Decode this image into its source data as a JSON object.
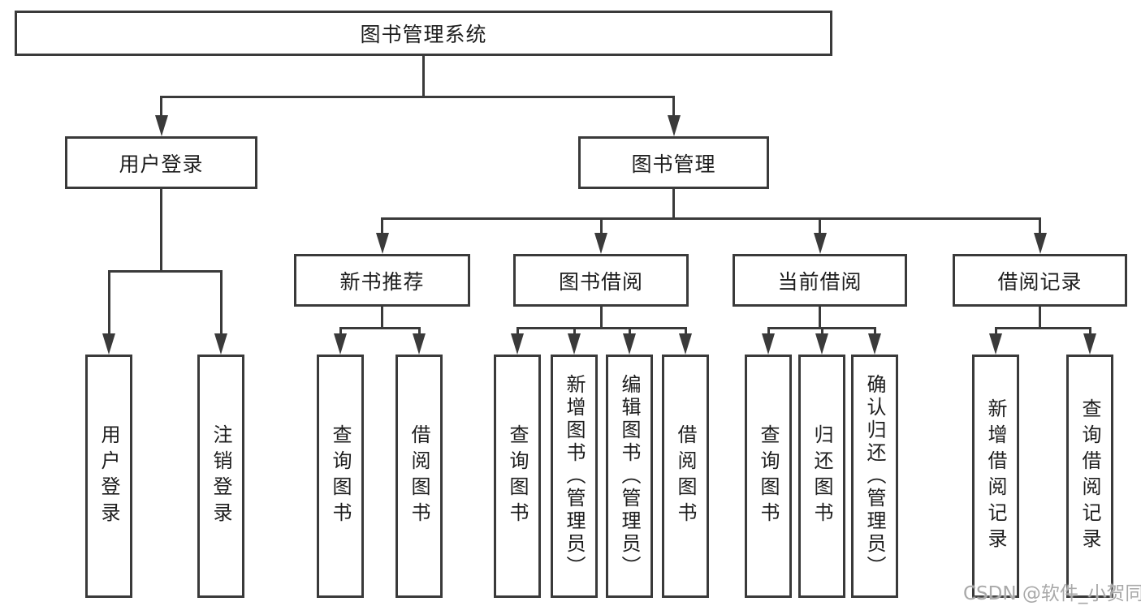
{
  "nodes": {
    "root": "图书管理系统",
    "user_login": "用户登录",
    "book_mgmt": "图书管理",
    "new_book_rec": "新书推荐",
    "book_borrow": "图书借阅",
    "current_borrow": "当前借阅",
    "borrow_records": "借阅记录",
    "leaves_user_login": [
      "用户登录",
      "注销登录"
    ],
    "leaves_new_book_rec": [
      "查询图书",
      "借阅图书"
    ],
    "leaves_book_borrow": [
      "查询图书",
      "新增图书（管理员）",
      "编辑图书（管理员）",
      "借阅图书"
    ],
    "leaves_current_borrow": [
      "查询图书",
      "归还图书",
      "确认归还（管理员）"
    ],
    "leaves_borrow_records": [
      "新增借阅记录",
      "查询借阅记录"
    ]
  },
  "watermark": "CSDN @软件_小贺同学",
  "colors": {
    "line": "#3a3a3a",
    "text": "#1d1d1d",
    "watermark": "#a9a9a9",
    "background": "#ffffff"
  }
}
